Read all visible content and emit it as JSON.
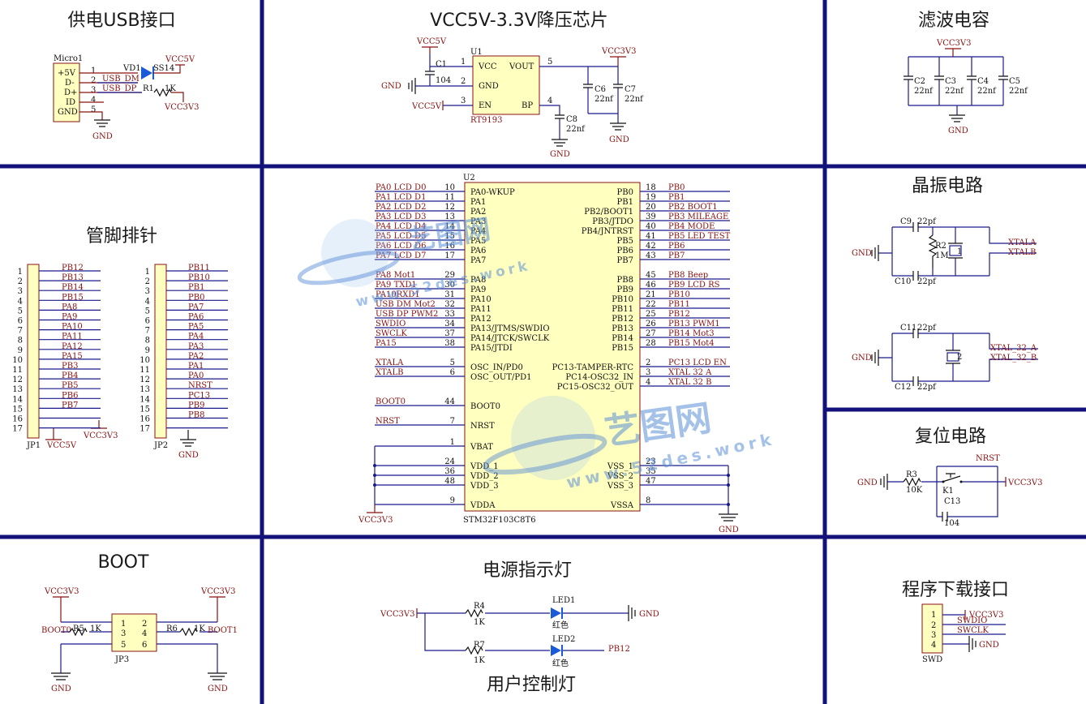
{
  "titles": {
    "usb": "供电USB接口",
    "ldo": "VCC5V-3.3V降压芯片",
    "filter": "滤波电容",
    "header": "管脚排针",
    "crystal": "晶振电路",
    "reset": "复位电路",
    "boot": "BOOT",
    "power_led": "电源指示灯",
    "user_led": "用户控制灯",
    "download": "程序下载接口"
  },
  "usb": {
    "ref": "Micro1",
    "pins": [
      "+5V",
      "D-",
      "D+",
      "ID",
      "GND"
    ],
    "nums": [
      "1",
      "2",
      "3",
      "4",
      "5"
    ],
    "net_dm": "USB_DM",
    "net_dp": "USB_DP",
    "diode_ref": "VD1",
    "diode_val": "SS14",
    "res_ref": "R1",
    "res_val": "1K",
    "vcc5": "VCC5V",
    "vcc33": "VCC3V3",
    "gnd": "GND"
  },
  "ldo": {
    "ref": "U1",
    "part": "RT9193",
    "pins_left": [
      "VCC",
      "GND",
      "EN"
    ],
    "nums_left": [
      "1",
      "2",
      "3"
    ],
    "pins_right": [
      "VOUT",
      "BP"
    ],
    "nums_right": [
      "5",
      "4"
    ],
    "c1_ref": "C1",
    "c1_val": "104",
    "c6_ref": "C6",
    "c6_val": "22nf",
    "c7_ref": "C7",
    "c7_val": "22nf",
    "c8_ref": "C8",
    "c8_val": "22nf",
    "vcc5_top": "VCC5V",
    "vcc5_en": "VCC5V",
    "vcc33": "VCC3V3",
    "gnd_left": "GND",
    "gnd_c8": "GND",
    "gnd_out": "GND"
  },
  "filter": {
    "vcc": "VCC3V3",
    "caps": [
      {
        "ref": "C2",
        "val": "22nf"
      },
      {
        "ref": "C3",
        "val": "22nf"
      },
      {
        "ref": "C4",
        "val": "22nf"
      },
      {
        "ref": "C5",
        "val": "22nf"
      }
    ],
    "gnd": "GND"
  },
  "mcu": {
    "ref": "U2",
    "part": "STM32F103C8T6",
    "left": [
      {
        "net": "PA0_LCD_D0",
        "num": "10",
        "pin": "PA0-WKUP"
      },
      {
        "net": "PA1_LCD_D1",
        "num": "11",
        "pin": "PA1"
      },
      {
        "net": "PA2_LCD_D2",
        "num": "12",
        "pin": "PA2"
      },
      {
        "net": "PA3_LCD_D3",
        "num": "13",
        "pin": "PA3"
      },
      {
        "net": "PA4_LCD_D4",
        "num": "14",
        "pin": "PA4"
      },
      {
        "net": "PA5_LCD_D5",
        "num": "15",
        "pin": "PA5"
      },
      {
        "net": "PA6_LCD_D6",
        "num": "16",
        "pin": "PA6"
      },
      {
        "net": "PA7_LCD_D7",
        "num": "17",
        "pin": "PA7"
      },
      {
        "net": "PA8_Mot1",
        "num": "29",
        "pin": "PA8"
      },
      {
        "net": "PA9_TXD1",
        "num": "30",
        "pin": "PA9"
      },
      {
        "net": "PA10RXD1",
        "num": "31",
        "pin": "PA10"
      },
      {
        "net": "USB_DM_Mot2",
        "num": "32",
        "pin": "PA11"
      },
      {
        "net": "USB_DP_PWM2",
        "num": "33",
        "pin": "PA12"
      },
      {
        "net": "SWDIO",
        "num": "34",
        "pin": "PA13/JTMS/SWDIO"
      },
      {
        "net": "SWCLK",
        "num": "37",
        "pin": "PA14/JTCK/SWCLK"
      },
      {
        "net": "PA15",
        "num": "38",
        "pin": "PA15/JTDI"
      },
      {
        "net": "XTALA",
        "num": "5",
        "pin": "OSC_IN/PD0"
      },
      {
        "net": "XTALB",
        "num": "6",
        "pin": "OSC_OUT/PD1"
      },
      {
        "net": "BOOT0",
        "num": "44",
        "pin": "BOOT0"
      },
      {
        "net": "NRST",
        "num": "7",
        "pin": "NRST"
      },
      {
        "net": "",
        "num": "1",
        "pin": "VBAT"
      },
      {
        "net": "",
        "num": "24",
        "pin": "VDD_1"
      },
      {
        "net": "",
        "num": "36",
        "pin": "VDD_2"
      },
      {
        "net": "",
        "num": "48",
        "pin": "VDD_3"
      },
      {
        "net": "",
        "num": "9",
        "pin": "VDDA"
      }
    ],
    "right": [
      {
        "pin": "PB0",
        "num": "18",
        "net": "PB0"
      },
      {
        "pin": "PB1",
        "num": "19",
        "net": "PB1"
      },
      {
        "pin": "PB2/BOOT1",
        "num": "20",
        "net": "PB2_BOOT1"
      },
      {
        "pin": "PB3/JTDO",
        "num": "39",
        "net": "PB3_MILEAGE"
      },
      {
        "pin": "PB4/JNTRST",
        "num": "40",
        "net": "PB4_MODE"
      },
      {
        "pin": "PB5",
        "num": "41",
        "net": "PB5_LED_TEST"
      },
      {
        "pin": "PB6",
        "num": "42",
        "net": "PB6"
      },
      {
        "pin": "PB7",
        "num": "43",
        "net": "PB7"
      },
      {
        "pin": "PB8",
        "num": "45",
        "net": "PB8_Beep"
      },
      {
        "pin": "PB9",
        "num": "46",
        "net": "PB9_LCD_RS"
      },
      {
        "pin": "PB10",
        "num": "21",
        "net": "PB10"
      },
      {
        "pin": "PB11",
        "num": "22",
        "net": "PB11"
      },
      {
        "pin": "PB12",
        "num": "25",
        "net": "PB12"
      },
      {
        "pin": "PB13",
        "num": "26",
        "net": "PB13_PWM1"
      },
      {
        "pin": "PB14",
        "num": "27",
        "net": "PB14_Mot3"
      },
      {
        "pin": "PB15",
        "num": "28",
        "net": "PB15_Mot4"
      },
      {
        "pin": "PC13-TAMPER-RTC",
        "num": "2",
        "net": "PC13_LCD_EN"
      },
      {
        "pin": "PC14-OSC32_IN",
        "num": "3",
        "net": "XTAL_32_A"
      },
      {
        "pin": "PC15-OSC32_OUT",
        "num": "4",
        "net": "XTAL_32_B"
      },
      {
        "pin": "VSS_1",
        "num": "23",
        "net": ""
      },
      {
        "pin": "VSS_2",
        "num": "35",
        "net": ""
      },
      {
        "pin": "VSS_3",
        "num": "47",
        "net": ""
      },
      {
        "pin": "VSSA",
        "num": "8",
        "net": ""
      }
    ],
    "vcc": "VCC3V3",
    "gnd": "GND"
  },
  "jp1": {
    "ref": "JP1",
    "nums": [
      "1",
      "2",
      "3",
      "4",
      "5",
      "6",
      "7",
      "8",
      "9",
      "10",
      "11",
      "12",
      "13",
      "14",
      "15",
      "16",
      "17"
    ],
    "nets": [
      "PB12",
      "PB13",
      "PB14",
      "PB15",
      "PA8",
      "PA9",
      "PA10",
      "PA11",
      "PA12",
      "PA15",
      "PB3",
      "PB4",
      "PB5",
      "PB6",
      "PB7",
      "",
      ""
    ],
    "vcc5": "VCC5V",
    "vcc33": "VCC3V3"
  },
  "jp2": {
    "ref": "JP2",
    "nums": [
      "1",
      "2",
      "3",
      "4",
      "5",
      "6",
      "7",
      "8",
      "9",
      "10",
      "11",
      "12",
      "13",
      "14",
      "15",
      "16",
      "17"
    ],
    "nets": [
      "PB11",
      "PB10",
      "PB1",
      "PB0",
      "PA7",
      "PA6",
      "PA5",
      "PA4",
      "PA3",
      "PA2",
      "PA1",
      "PA0",
      "NRST",
      "PC13",
      "PB9",
      "PB8",
      ""
    ],
    "gnd": "GND"
  },
  "crystal": {
    "c9_ref": "C9",
    "c9_val": "22pf",
    "c10_ref": "C10",
    "c10_val": "22pf",
    "r2_ref": "R2",
    "r2_val": "1M",
    "y1": "1",
    "net_a": "XTALA",
    "net_b": "XTALB",
    "gnd1": "GND",
    "c11_ref": "C11",
    "c11_val": "22pf",
    "c12_ref": "C12",
    "c12_val": "22pf",
    "y2": "2",
    "net_32a": "XTAL_32_A",
    "net_32b": "XTAL_32_B",
    "gnd2": "GND"
  },
  "reset": {
    "net": "NRST",
    "r3_ref": "R3",
    "r3_val": "10K",
    "k_ref": "K1",
    "c13_ref": "C13",
    "c13_val": "104",
    "gnd": "GND",
    "vcc": "VCC3V3"
  },
  "boot": {
    "vcc_l": "VCC3V3",
    "vcc_r": "VCC3V3",
    "net_l": "BOOT0",
    "net_r": "BOOT1",
    "r5_ref": "R5",
    "r5_val": "1K",
    "r6_ref": "R6",
    "r6_val": "1K",
    "ref": "JP3",
    "nums_l": [
      "1",
      "3",
      "5"
    ],
    "nums_r": [
      "2",
      "4",
      "6"
    ],
    "gnd_l": "GND",
    "gnd_r": "GND"
  },
  "leds": {
    "vcc": "VCC3V3",
    "r4_ref": "R4",
    "r4_val": "1K",
    "led1_ref": "LED1",
    "led1_color": "红色",
    "gnd": "GND",
    "r7_ref": "R7",
    "r7_val": "1K",
    "led2_ref": "LED2",
    "led2_color": "红色",
    "net": "PB12"
  },
  "swd": {
    "ref": "SWD",
    "nums": [
      "1",
      "2",
      "3",
      "4"
    ],
    "nets": [
      "VCC3V3",
      "SWDIO",
      "SWCLK",
      "GND"
    ]
  },
  "watermark": {
    "brand": "艺图网",
    "url": "www.52des.work"
  }
}
